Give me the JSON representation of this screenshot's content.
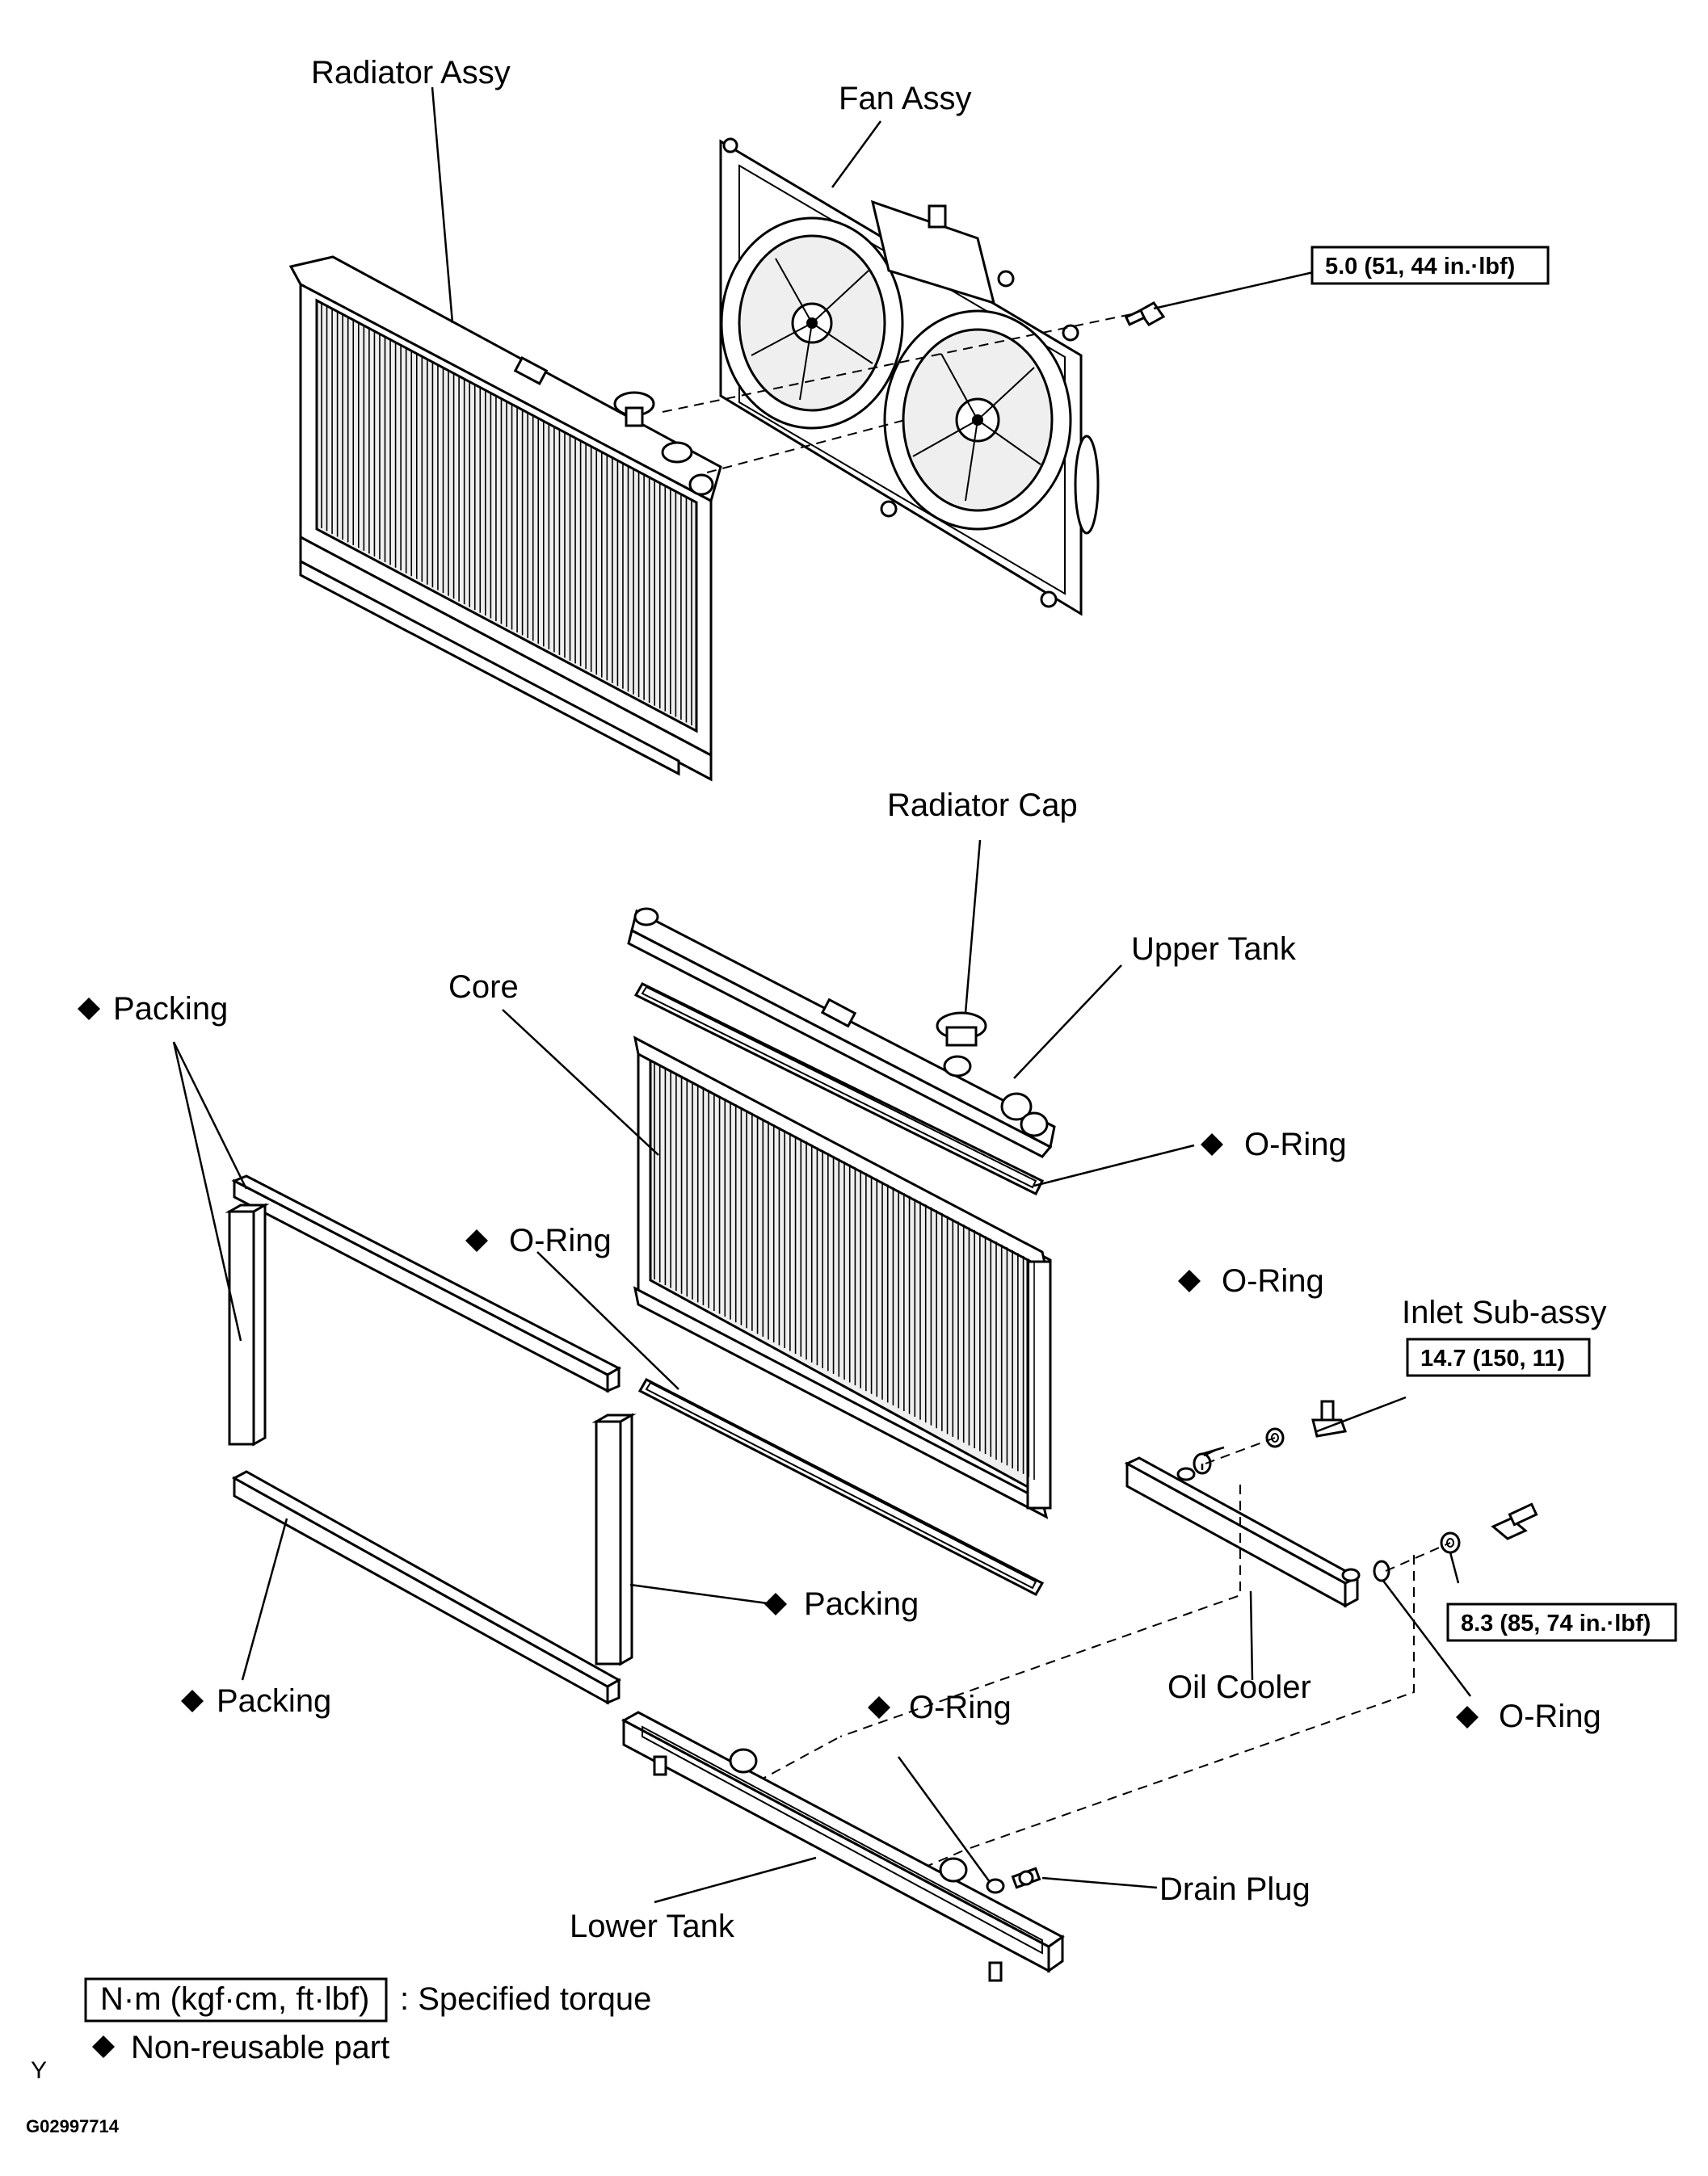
{
  "labels": {
    "radiator_assy": "Radiator Assy",
    "fan_assy": "Fan Assy",
    "radiator_cap": "Radiator Cap",
    "upper_tank": "Upper Tank",
    "core": "Core",
    "packing_top_left": "Packing",
    "packing_right": "Packing",
    "packing_bottom_left": "Packing",
    "o_ring_upper": "O-Ring",
    "o_ring_core_lower": "O-Ring",
    "o_ring_oil_cooler_upper": "O-Ring",
    "o_ring_oil_cooler_lower": "O-Ring",
    "o_ring_drain": "O-Ring",
    "inlet_sub_assy": "Inlet  Sub-assy",
    "oil_cooler": "Oil Cooler",
    "drain_plug": "Drain Plug",
    "lower_tank": "Lower Tank"
  },
  "torques": {
    "fan_bolt": "5.0 (51, 44 in.·lbf)",
    "inlet_bolt": "14.7 (150, 11)",
    "oil_cooler_bolt": "8.3 (85, 74 in.·lbf)"
  },
  "legend": {
    "torque_box": "N·m (kgf·cm, ft·lbf)",
    "torque_text": ": Specified torque",
    "non_reusable_text": "Non-reusable part"
  },
  "footer": {
    "corner_mark": "Y",
    "figure_id": "G02997714"
  },
  "icons": {
    "non_reusable_marker": "black-diamond-icon"
  }
}
